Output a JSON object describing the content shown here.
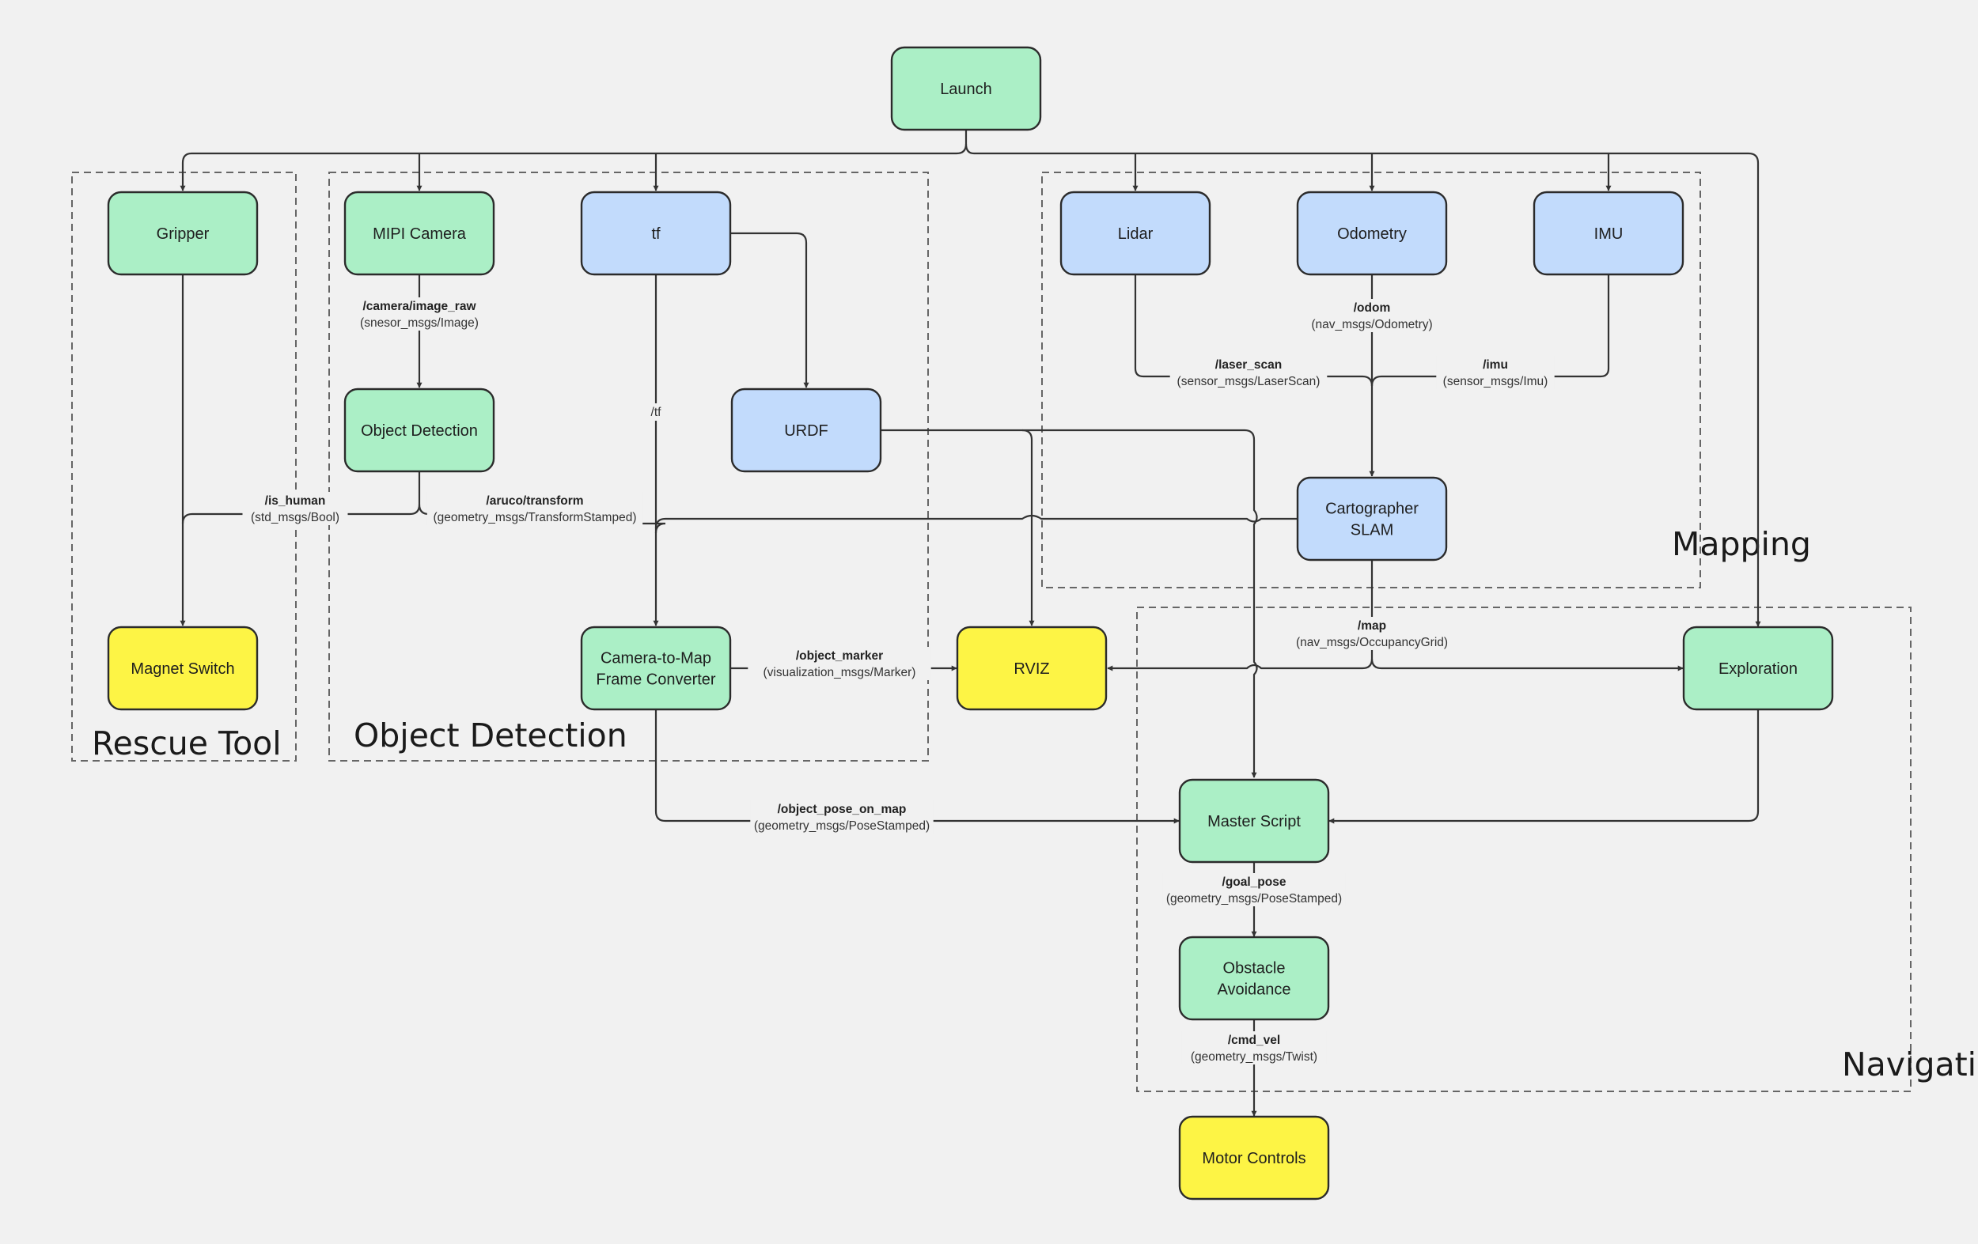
{
  "colors": {
    "background": "#f1f1f1",
    "green": "#abefc6",
    "blue": "#c2dbfc",
    "yellow": "#fdf445",
    "stroke": "#2b2b2b"
  },
  "groups": [
    {
      "id": "rescue",
      "title": "Rescue Tool"
    },
    {
      "id": "objdet",
      "title": "Object Detection"
    },
    {
      "id": "mapping",
      "title": "Mapping"
    },
    {
      "id": "nav",
      "title": "Navigation"
    }
  ],
  "nodes": [
    {
      "id": "launch",
      "lines": [
        "Launch"
      ],
      "color": "green"
    },
    {
      "id": "gripper",
      "lines": [
        "Gripper"
      ],
      "color": "green"
    },
    {
      "id": "mipi",
      "lines": [
        "MIPI Camera"
      ],
      "color": "green"
    },
    {
      "id": "tf",
      "lines": [
        "tf"
      ],
      "color": "blue"
    },
    {
      "id": "lidar",
      "lines": [
        "Lidar"
      ],
      "color": "blue"
    },
    {
      "id": "odometry",
      "lines": [
        "Odometry"
      ],
      "color": "blue"
    },
    {
      "id": "imu",
      "lines": [
        "IMU"
      ],
      "color": "blue"
    },
    {
      "id": "objectdetection",
      "lines": [
        "Object Detection"
      ],
      "color": "green"
    },
    {
      "id": "urdf",
      "lines": [
        "URDF"
      ],
      "color": "blue"
    },
    {
      "id": "slam",
      "lines": [
        "Cartographer",
        "SLAM"
      ],
      "color": "blue"
    },
    {
      "id": "magnet",
      "lines": [
        "Magnet Switch"
      ],
      "color": "yellow"
    },
    {
      "id": "c2m",
      "lines": [
        "Camera-to-Map",
        "Frame Converter"
      ],
      "color": "green"
    },
    {
      "id": "rviz",
      "lines": [
        "RVIZ"
      ],
      "color": "yellow"
    },
    {
      "id": "exploration",
      "lines": [
        "Exploration"
      ],
      "color": "green"
    },
    {
      "id": "master",
      "lines": [
        "Master Script"
      ],
      "color": "green"
    },
    {
      "id": "obstacle",
      "lines": [
        "Obstacle",
        "Avoidance"
      ],
      "color": "green"
    },
    {
      "id": "motor",
      "lines": [
        "Motor Controls"
      ],
      "color": "yellow"
    }
  ],
  "edge_labels": [
    {
      "id": "image_raw",
      "topic": "/camera/image_raw",
      "type": "(snesor_msgs/Image)"
    },
    {
      "id": "odom",
      "topic": "/odom",
      "type": "(nav_msgs/Odometry)"
    },
    {
      "id": "laser",
      "topic": "/laser_scan",
      "type": "(sensor_msgs/LaserScan)"
    },
    {
      "id": "imu",
      "topic": "/imu",
      "type": "(sensor_msgs/Imu)"
    },
    {
      "id": "tf",
      "topic": "",
      "type": "/tf"
    },
    {
      "id": "is_human",
      "topic": "/is_human",
      "type": "(std_msgs/Bool)"
    },
    {
      "id": "aruco",
      "topic": "/aruco/transform",
      "type": "(geometry_msgs/TransformStamped)"
    },
    {
      "id": "map",
      "topic": "/map",
      "type": "(nav_msgs/OccupancyGrid)"
    },
    {
      "id": "marker",
      "topic": "/object_marker",
      "type": "(visualization_msgs/Marker)"
    },
    {
      "id": "pose_on_map",
      "topic": "/object_pose_on_map",
      "type": "(geometry_msgs/PoseStamped)"
    },
    {
      "id": "goal",
      "topic": "/goal_pose",
      "type": "(geometry_msgs/PoseStamped)"
    },
    {
      "id": "cmd_vel",
      "topic": "/cmd_vel",
      "type": "(geometry_msgs/Twist)"
    }
  ]
}
